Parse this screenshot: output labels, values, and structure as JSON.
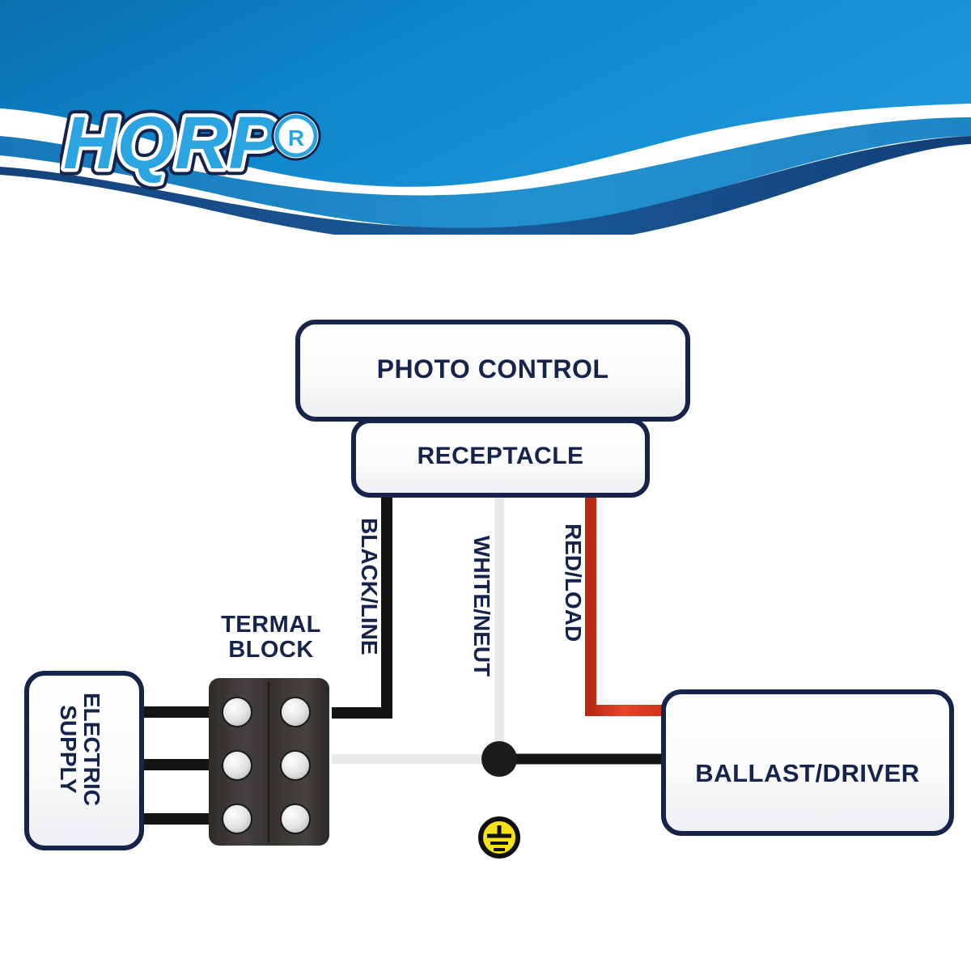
{
  "brand": {
    "logo_text": "HQRP",
    "registered_mark": "®",
    "logo_fill": "#2ba4e2",
    "logo_outline": "#ffffff",
    "logo_stroke": "#152249",
    "wave_primary": "#0f83c8",
    "wave_secondary": "#1f86c6",
    "wave_dark": "#0f4f8f"
  },
  "diagram": {
    "title_ink": "#16234a",
    "boxes": {
      "photo_control": "PHOTO CONTROL",
      "receptacle": "RECEPTACLE",
      "ballast_driver": "BALLAST/DRIVER",
      "electric_supply_line1": "ELECTRIC",
      "electric_supply_line2": "SUPPLY",
      "termal_block_line1": "TERMAL",
      "termal_block_line2": "BLOCK"
    },
    "wire_labels": {
      "black_line": "BLACK/LINE",
      "white_neut": "WHITE/NEUT",
      "red_load": "RED/LOAD"
    },
    "wire_colors": {
      "black": "#141414",
      "white": "#e9e9e9",
      "red": "#e03a21",
      "yellow": "#f2d80a",
      "ground_symbol": "#f7e117"
    },
    "terminal_block": {
      "body_color": "#3a3735",
      "screw_color": "#e6e6e6",
      "rows": 3,
      "columns": 2,
      "screw_count": 6
    },
    "junction_dot": "#1b1b1b",
    "ground_icon": "earth-ground-icon"
  }
}
